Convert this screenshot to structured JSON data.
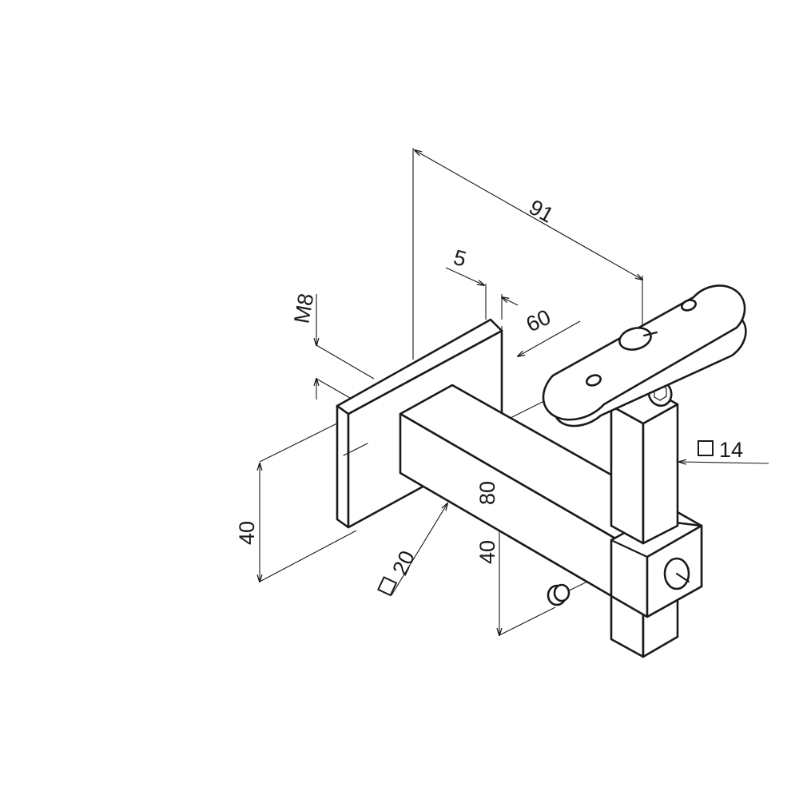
{
  "drawing": {
    "colors": {
      "line": "#1a1a1a",
      "background": "#ffffff"
    },
    "dimensions": {
      "d91": "91",
      "d5": "5",
      "d60": "60",
      "m8": "M8",
      "d40_left": "40",
      "d80": "80",
      "d40_bottom": "40",
      "sq20": "20",
      "sq14": "14"
    },
    "icons": {
      "square_symbol": "square-profile-icon",
      "quick_logo": "q-logo-icon"
    }
  }
}
